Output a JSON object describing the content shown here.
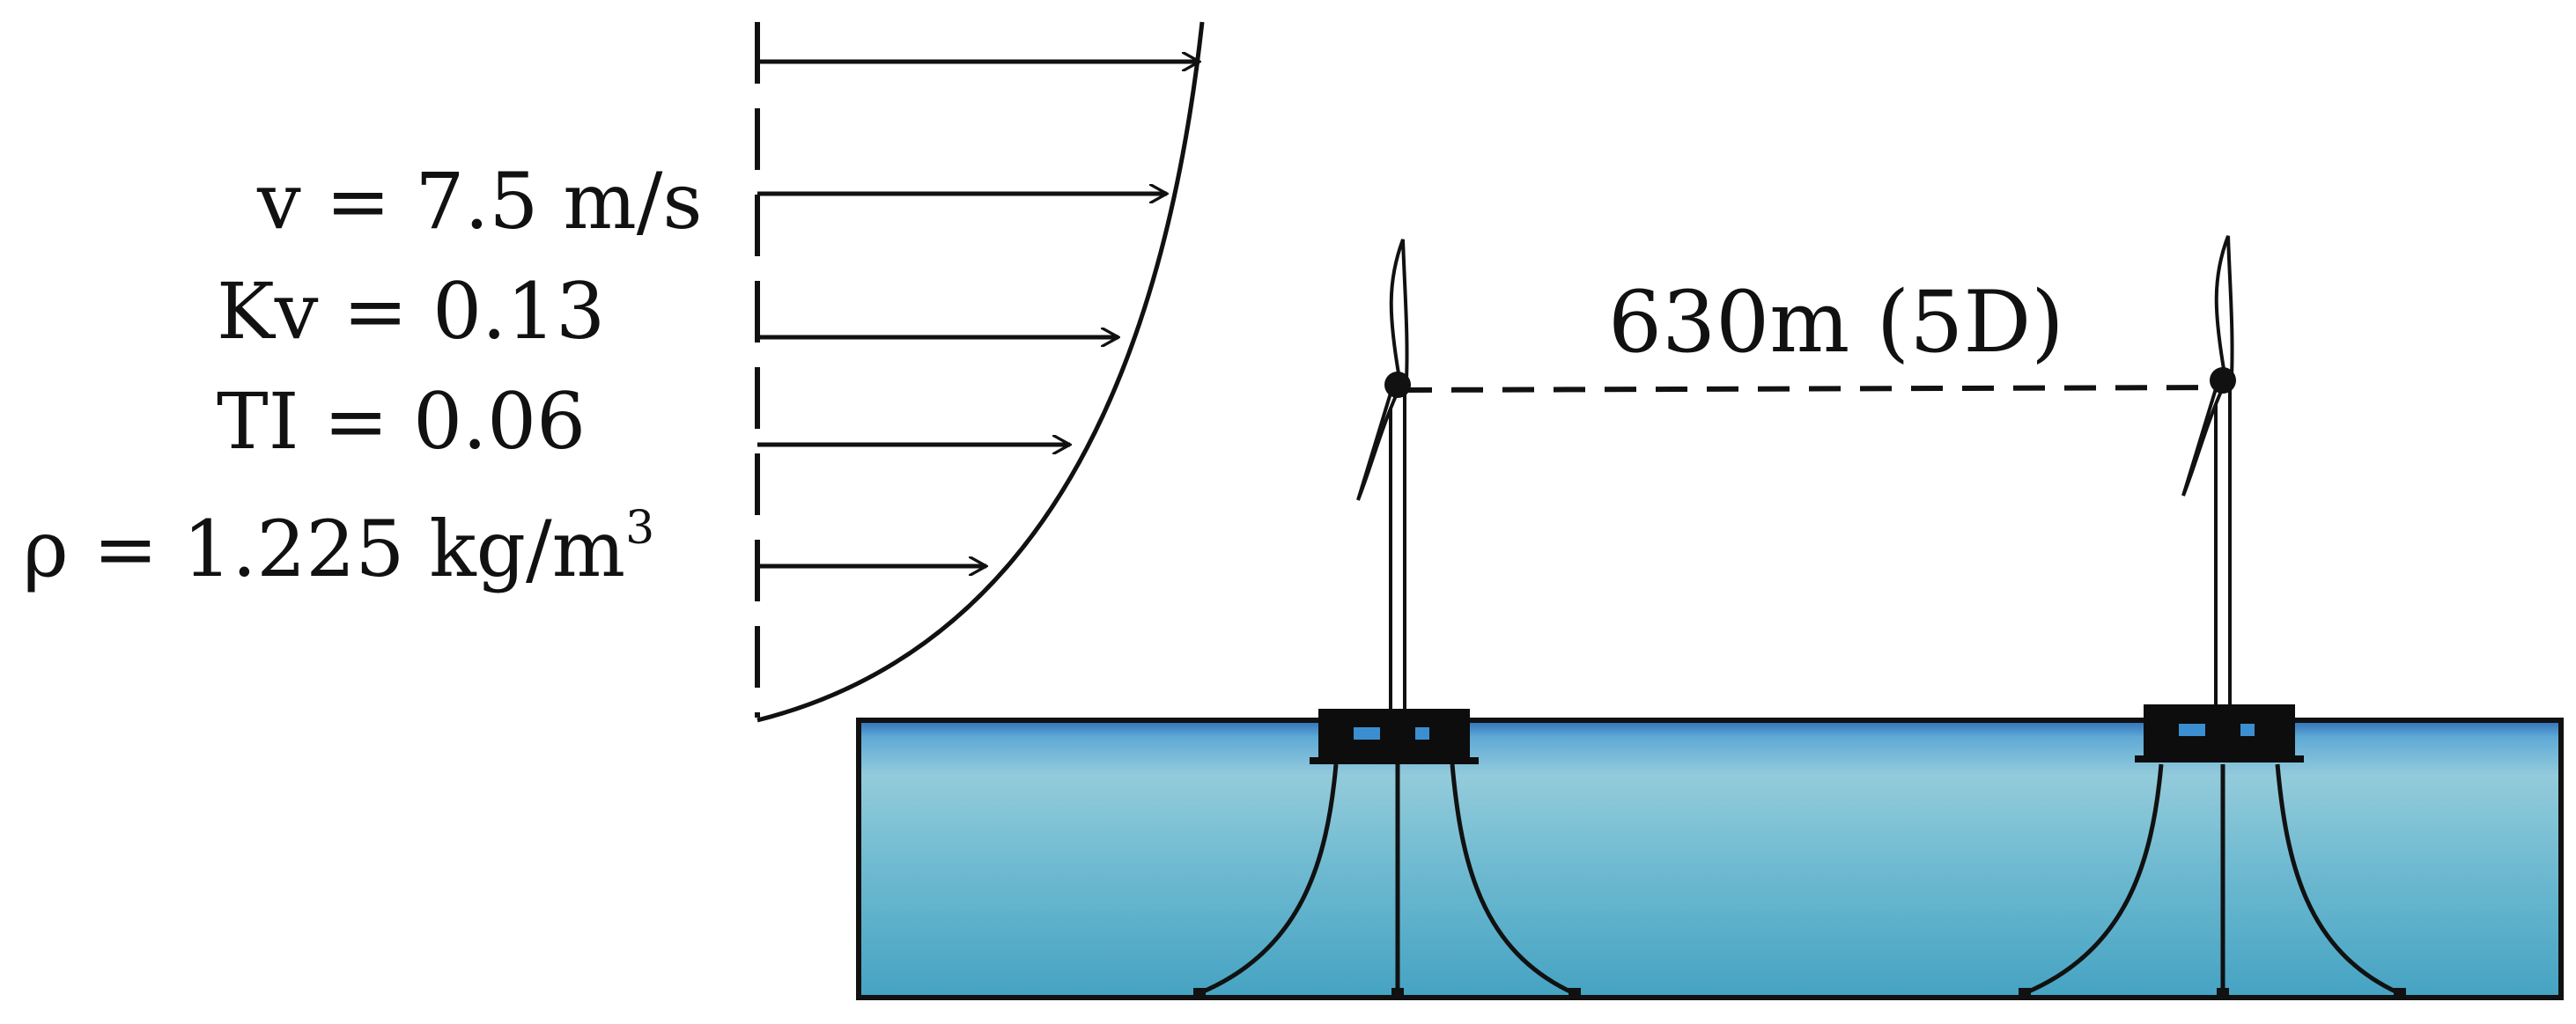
{
  "inflow": {
    "velocity": "v = 7.5 m/s",
    "kv": "Kv = 0.13",
    "ti": "TI = 0.06",
    "density_prefix": "ρ = 1.225 kg/m",
    "density_exponent": "3"
  },
  "spacing": {
    "label": "630m (5D)"
  },
  "colors": {
    "ink": "#111111",
    "water_top": "#2d6fb6",
    "water_mid": "#8ec9da",
    "water_bottom": "#4aa8c5",
    "platform": "#0d0d0d",
    "platform_window": "#3b8fd0"
  },
  "turbines": [
    {
      "name": "upstream-turbine"
    },
    {
      "name": "downstream-turbine"
    }
  ]
}
